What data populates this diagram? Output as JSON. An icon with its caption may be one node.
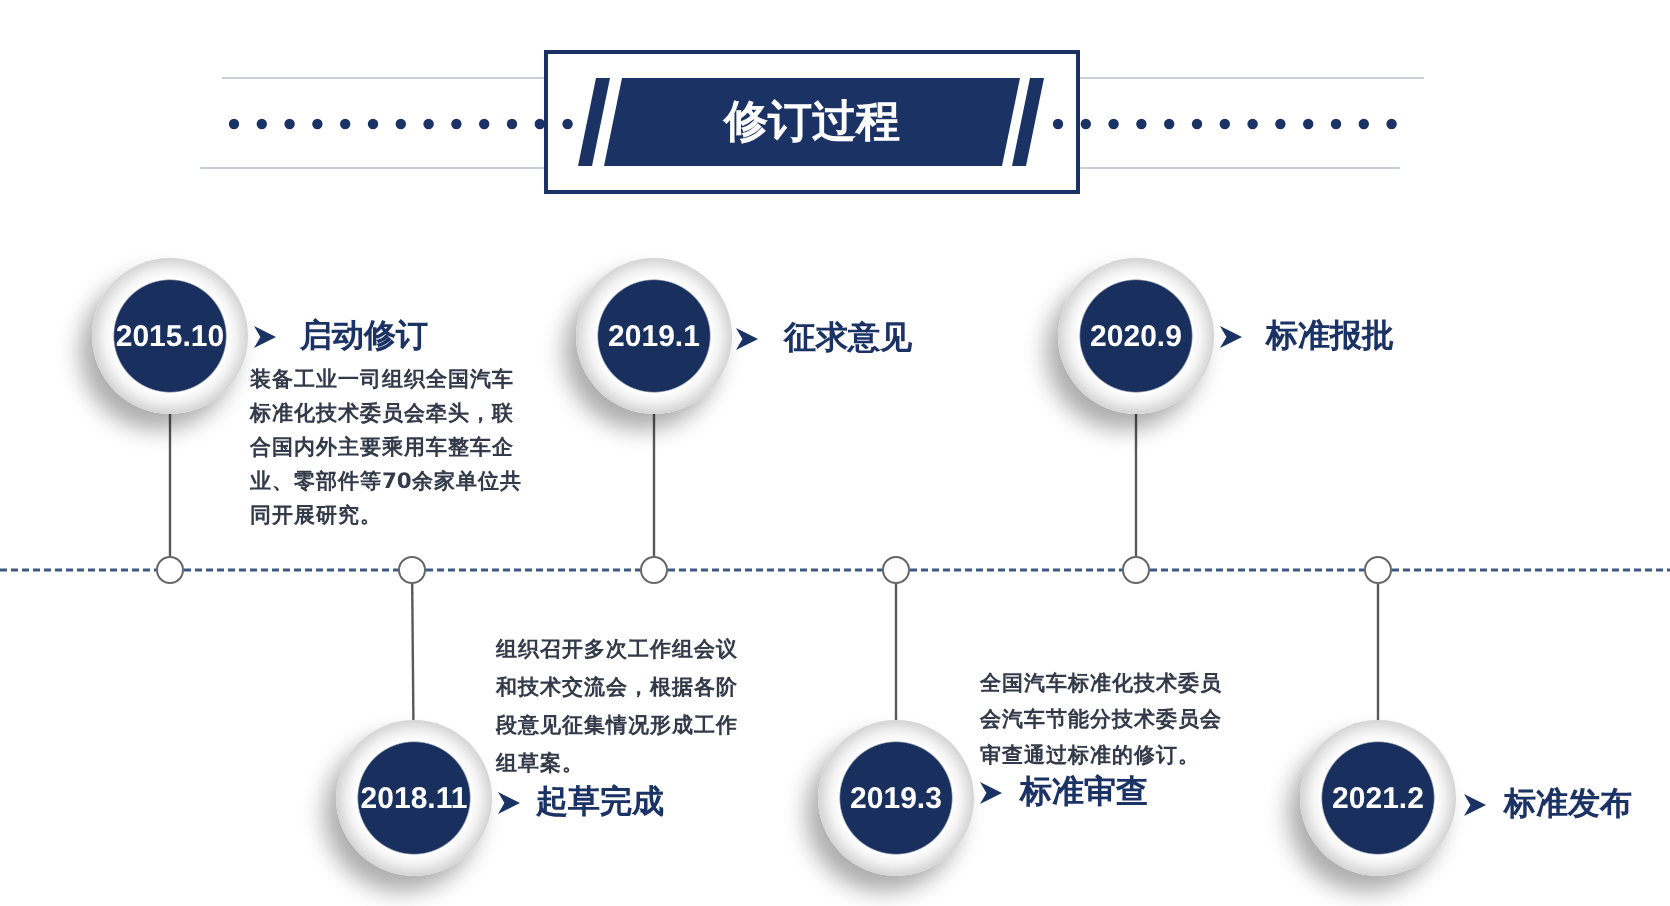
{
  "diagram": {
    "title": "修订过程",
    "nodes": [
      {
        "text": [
          "2015.10"
        ],
        "beside": [
          "启动修订",
          "装备工业一司组织全国汽车标准化技术委员会牵头，联合国内外主要乘用车整车企业、零部件等70余家单位共同开展研究。"
        ]
      },
      {
        "text": [
          "2018.11"
        ],
        "beside": [
          "起草完成",
          "组织召开多次工作组会议和技术交流会，根据各阶段意见征集情况形成工作组草案。"
        ]
      },
      {
        "text": [
          "2019.1"
        ],
        "beside": [
          "征求意见"
        ]
      },
      {
        "text": [
          "2019.3"
        ],
        "beside": [
          "标准审查",
          "全国汽车标准化技术委员会汽车节能分技术委员会审查通过标准的修订。"
        ]
      },
      {
        "text": [
          "2020.9"
        ],
        "beside": [
          "标准报批"
        ]
      },
      {
        "text": [
          "2021.2"
        ],
        "beside": [
          "标准发布"
        ]
      },
      {
        "text": [],
        "shape": "circle"
      },
      {
        "text": [],
        "shape": "circle"
      },
      {
        "text": [],
        "shape": "circle"
      },
      {
        "text": [],
        "shape": "circle"
      },
      {
        "text": [],
        "shape": "circle"
      },
      {
        "text": [],
        "shape": "circle"
      }
    ],
    "edges": [
      {
        "from": 0,
        "to": 6,
        "arrow": "none",
        "color": "#595959"
      },
      {
        "from": 1,
        "to": 7,
        "arrow": "none",
        "color": "#595959"
      },
      {
        "from": 2,
        "to": 8,
        "arrow": "none",
        "color": "#595959"
      },
      {
        "from": 3,
        "to": 9,
        "arrow": "none",
        "color": "#595959"
      },
      {
        "from": 4,
        "to": 10,
        "arrow": "none",
        "color": "#595959"
      },
      {
        "from": 5,
        "to": 11,
        "arrow": "none",
        "color": "#595959"
      },
      {
        "from": null,
        "to": 6,
        "arrow": "none",
        "style": "dashed"
      },
      {
        "from": 6,
        "to": 7,
        "arrow": "none",
        "style": "dashed"
      },
      {
        "from": 7,
        "to": 8,
        "arrow": "none",
        "style": "dashed"
      },
      {
        "from": 8,
        "to": 9,
        "arrow": "none",
        "style": "dashed"
      },
      {
        "from": 9,
        "to": 10,
        "arrow": "none",
        "style": "dashed"
      },
      {
        "from": 10,
        "to": 11,
        "arrow": "none",
        "style": "dashed"
      },
      {
        "from": 11,
        "to": null,
        "arrow": "none",
        "style": "dashed"
      }
    ]
  }
}
